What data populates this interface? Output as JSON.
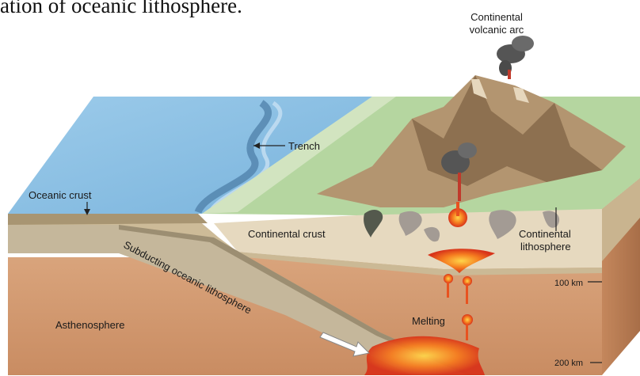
{
  "caption": "ation of oceanic lithosphere.",
  "labels": {
    "volcanic_arc_line1": "Continental",
    "volcanic_arc_line2": "volcanic arc",
    "trench": "Trench",
    "oceanic_crust": "Oceanic crust",
    "continental_crust": "Continental crust",
    "continental_lithosphere_line1": "Continental",
    "continental_lithosphere_line2": "lithosphere",
    "subducting_slab": "Subducting oceanic lithosphere",
    "asthenosphere": "Asthenosphere",
    "melting": "Melting",
    "depth_100": "100 km",
    "depth_200": "200 km"
  },
  "colors": {
    "ocean": "#8fc3e6",
    "ocean_deep": "#6fa9d4",
    "land_green": "#a9cf94",
    "mountain_brown": "#b08f66",
    "crust_tan": "#ddcfb3",
    "slab_gray": "#b9ae98",
    "asthenosphere": "#d8a27a",
    "magma": "#f15a24"
  }
}
